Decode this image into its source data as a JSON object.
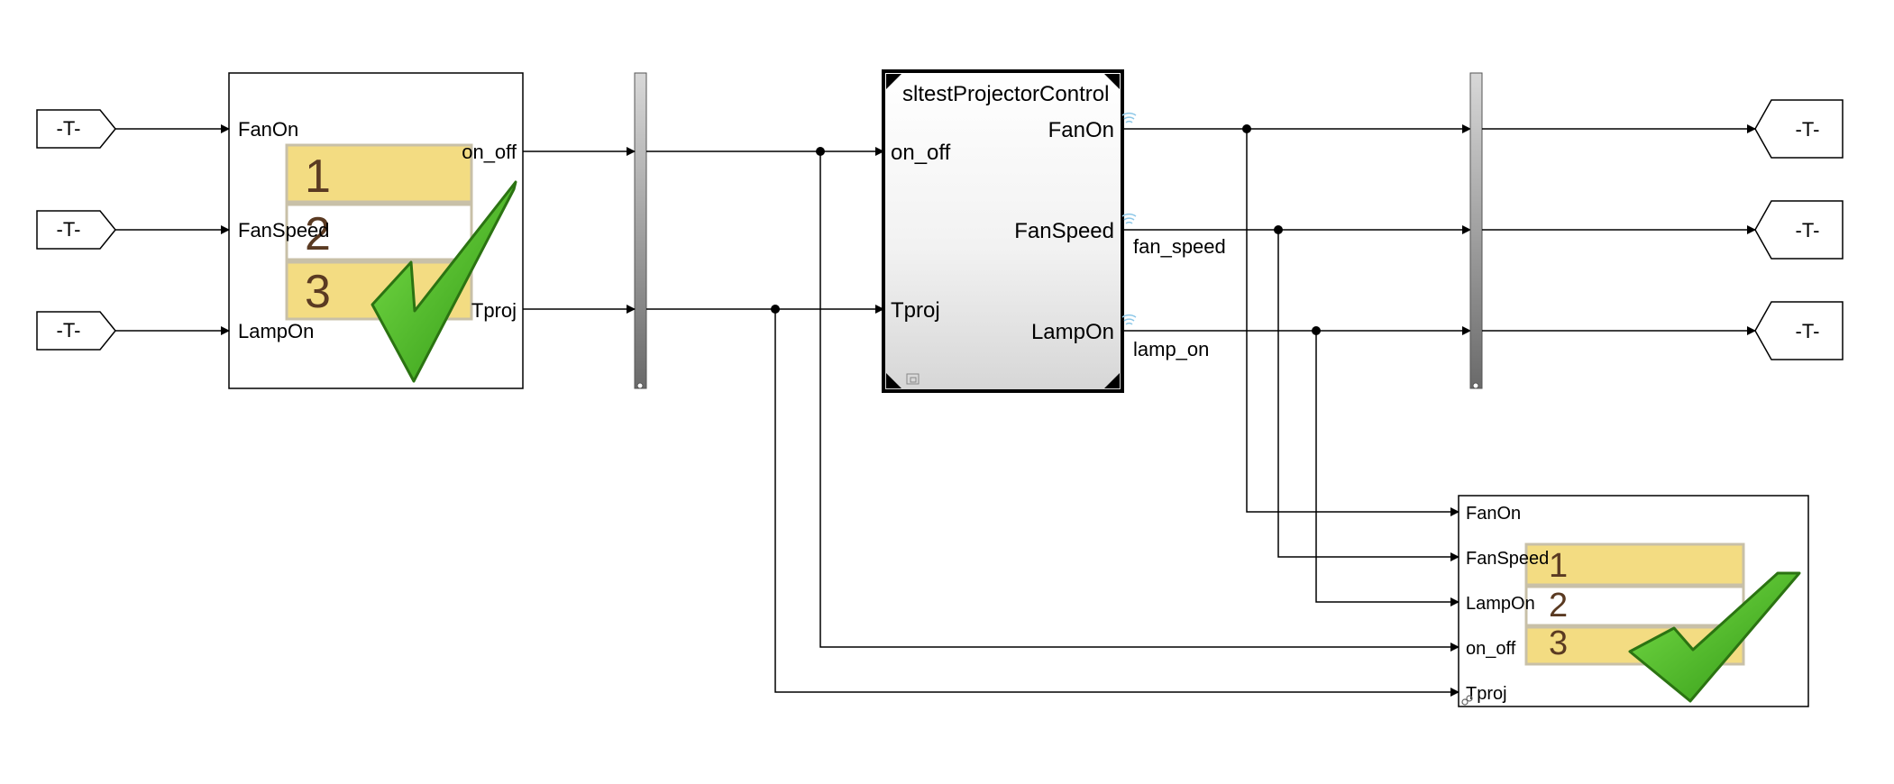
{
  "goto_tag": "-T-",
  "test_sequence_block": {
    "inports": [
      "FanOn",
      "FanSpeed",
      "LampOn"
    ],
    "outports": [
      "on_off",
      "Tproj"
    ],
    "icon_rows": [
      "1",
      "2",
      "3"
    ]
  },
  "controller_block": {
    "title": "sltestProjectorControl",
    "inports": [
      "on_off",
      "Tproj"
    ],
    "outports": [
      "FanOn",
      "FanSpeed",
      "LampOn"
    ]
  },
  "signals": {
    "fan_speed": "fan_speed",
    "lamp_on": "lamp_on"
  },
  "assessment_block": {
    "inports": [
      "FanOn",
      "FanSpeed",
      "LampOn",
      "on_off",
      "Tproj"
    ],
    "icon_rows": [
      "1",
      "2",
      "3"
    ]
  },
  "colors": {
    "line": "#000000",
    "icon_row_fill": "#f3dc82",
    "icon_row_border": "#c8c0a8",
    "icon_digit": "#5a3a22",
    "check_fill": "#3aa81a",
    "check_stroke": "#2b7312",
    "signal_wave": "#8ec8e8"
  }
}
